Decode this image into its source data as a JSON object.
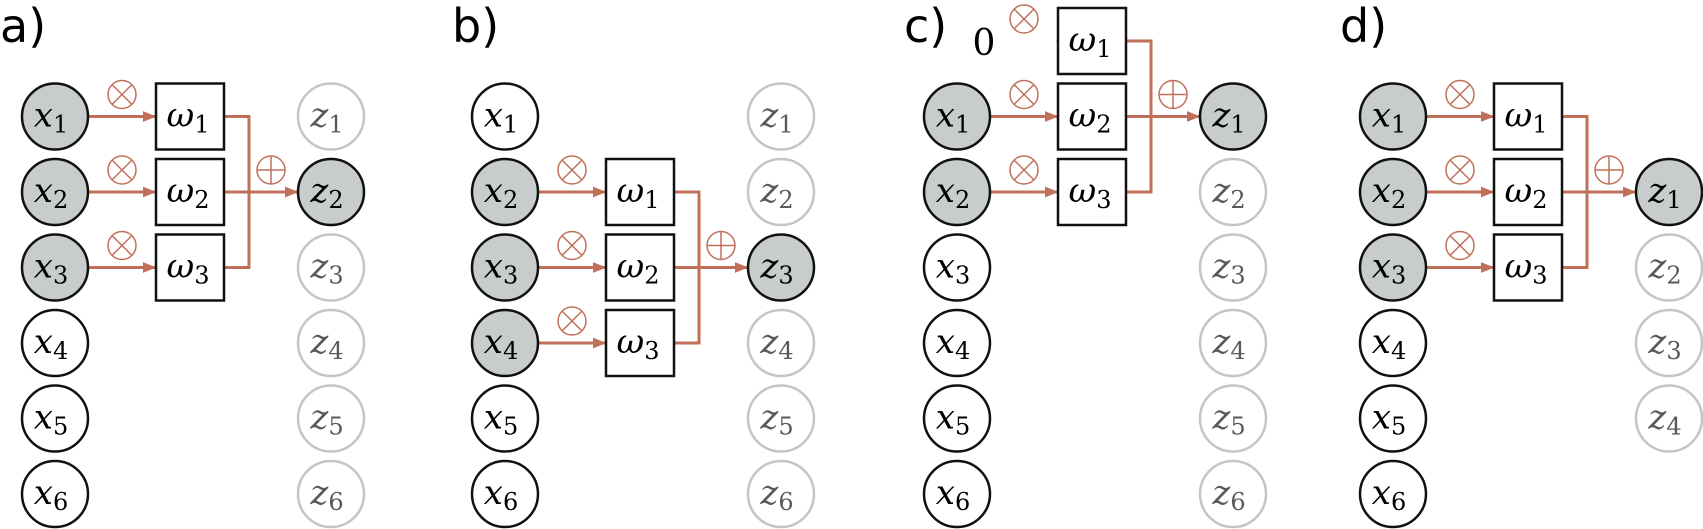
{
  "colors": {
    "accent": "#c0705a",
    "active_fill": "#c8cccc",
    "inactive_stroke": "#c2c6c6",
    "inactive_text": "#555b5b"
  },
  "panels": [
    {
      "label": "a)",
      "inputs": [
        {
          "sym": "x",
          "sub": "1"
        },
        {
          "sym": "x",
          "sub": "2"
        },
        {
          "sym": "x",
          "sub": "3"
        },
        {
          "sym": "x",
          "sub": "4"
        },
        {
          "sym": "x",
          "sub": "5"
        },
        {
          "sym": "x",
          "sub": "6"
        }
      ],
      "input_row_start": 1,
      "active_inputs": [
        0,
        1,
        2
      ],
      "zero_input": null,
      "weights": [
        {
          "sym": "ω",
          "sub": "1"
        },
        {
          "sym": "ω",
          "sub": "2"
        },
        {
          "sym": "ω",
          "sub": "3"
        }
      ],
      "weight_row_start": 1,
      "outputs": [
        {
          "sym": "z",
          "sub": "1"
        },
        {
          "sym": "z",
          "sub": "2"
        },
        {
          "sym": "z",
          "sub": "3"
        },
        {
          "sym": "z",
          "sub": "4"
        },
        {
          "sym": "z",
          "sub": "5"
        },
        {
          "sym": "z",
          "sub": "6"
        }
      ],
      "output_row_start": 1,
      "active_output": 1
    },
    {
      "label": "b)",
      "inputs": [
        {
          "sym": "x",
          "sub": "1"
        },
        {
          "sym": "x",
          "sub": "2"
        },
        {
          "sym": "x",
          "sub": "3"
        },
        {
          "sym": "x",
          "sub": "4"
        },
        {
          "sym": "x",
          "sub": "5"
        },
        {
          "sym": "x",
          "sub": "6"
        }
      ],
      "input_row_start": 1,
      "active_inputs": [
        1,
        2,
        3
      ],
      "zero_input": null,
      "weights": [
        {
          "sym": "ω",
          "sub": "1"
        },
        {
          "sym": "ω",
          "sub": "2"
        },
        {
          "sym": "ω",
          "sub": "3"
        }
      ],
      "weight_row_start": 2,
      "outputs": [
        {
          "sym": "z",
          "sub": "1"
        },
        {
          "sym": "z",
          "sub": "2"
        },
        {
          "sym": "z",
          "sub": "3"
        },
        {
          "sym": "z",
          "sub": "4"
        },
        {
          "sym": "z",
          "sub": "5"
        },
        {
          "sym": "z",
          "sub": "6"
        }
      ],
      "output_row_start": 1,
      "active_output": 2
    },
    {
      "label": "c)",
      "inputs": [
        {
          "sym": "x",
          "sub": "1"
        },
        {
          "sym": "x",
          "sub": "2"
        },
        {
          "sym": "x",
          "sub": "3"
        },
        {
          "sym": "x",
          "sub": "4"
        },
        {
          "sym": "x",
          "sub": "5"
        },
        {
          "sym": "x",
          "sub": "6"
        }
      ],
      "input_row_start": 1,
      "active_inputs": [
        0,
        1
      ],
      "zero_input": "0",
      "weights": [
        {
          "sym": "ω",
          "sub": "1"
        },
        {
          "sym": "ω",
          "sub": "2"
        },
        {
          "sym": "ω",
          "sub": "3"
        }
      ],
      "weight_row_start": 0,
      "outputs": [
        {
          "sym": "z",
          "sub": "1"
        },
        {
          "sym": "z",
          "sub": "2"
        },
        {
          "sym": "z",
          "sub": "3"
        },
        {
          "sym": "z",
          "sub": "4"
        },
        {
          "sym": "z",
          "sub": "5"
        },
        {
          "sym": "z",
          "sub": "6"
        }
      ],
      "output_row_start": 1,
      "active_output": 0
    },
    {
      "label": "d)",
      "inputs": [
        {
          "sym": "x",
          "sub": "1"
        },
        {
          "sym": "x",
          "sub": "2"
        },
        {
          "sym": "x",
          "sub": "3"
        },
        {
          "sym": "x",
          "sub": "4"
        },
        {
          "sym": "x",
          "sub": "5"
        },
        {
          "sym": "x",
          "sub": "6"
        }
      ],
      "input_row_start": 1,
      "active_inputs": [
        0,
        1,
        2
      ],
      "zero_input": null,
      "weights": [
        {
          "sym": "ω",
          "sub": "1"
        },
        {
          "sym": "ω",
          "sub": "2"
        },
        {
          "sym": "ω",
          "sub": "3"
        }
      ],
      "weight_row_start": 1,
      "outputs": [
        {
          "sym": "z",
          "sub": "1"
        },
        {
          "sym": "z",
          "sub": "2"
        },
        {
          "sym": "z",
          "sub": "3"
        },
        {
          "sym": "z",
          "sub": "4"
        }
      ],
      "output_row_start": 2,
      "active_output": 0
    }
  ],
  "symbols": {
    "multiply": "⊗",
    "add": "⊕"
  }
}
